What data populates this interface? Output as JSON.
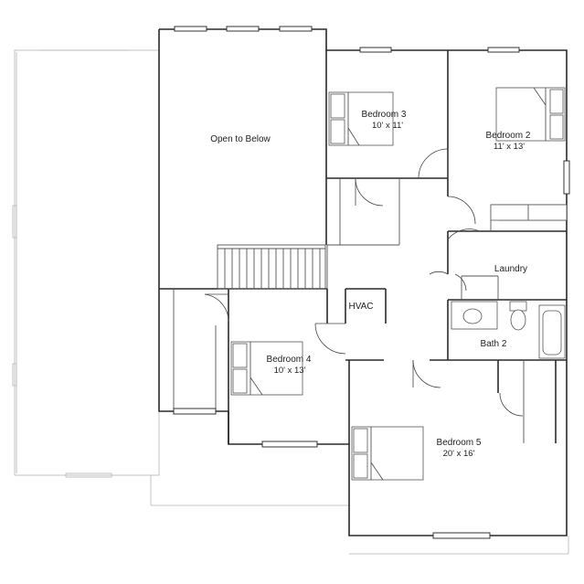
{
  "rooms": {
    "open_below": {
      "name": "Open to Below"
    },
    "bedroom3": {
      "name": "Bedroom 3",
      "size": "10' x 11'"
    },
    "bedroom2": {
      "name": "Bedroom 2",
      "size": "11' x 13'"
    },
    "laundry": {
      "name": "Laundry"
    },
    "hvac": {
      "name": "HVAC"
    },
    "bath2": {
      "name": "Bath 2"
    },
    "bedroom4": {
      "name": "Bedroom 4",
      "size": "10' x 13'"
    },
    "bedroom5": {
      "name": "Bedroom 5",
      "size": "20' x 16'"
    }
  },
  "colors": {
    "wall": "#2a2a2a",
    "faint": "#b4b4b4",
    "background": "#ffffff"
  }
}
